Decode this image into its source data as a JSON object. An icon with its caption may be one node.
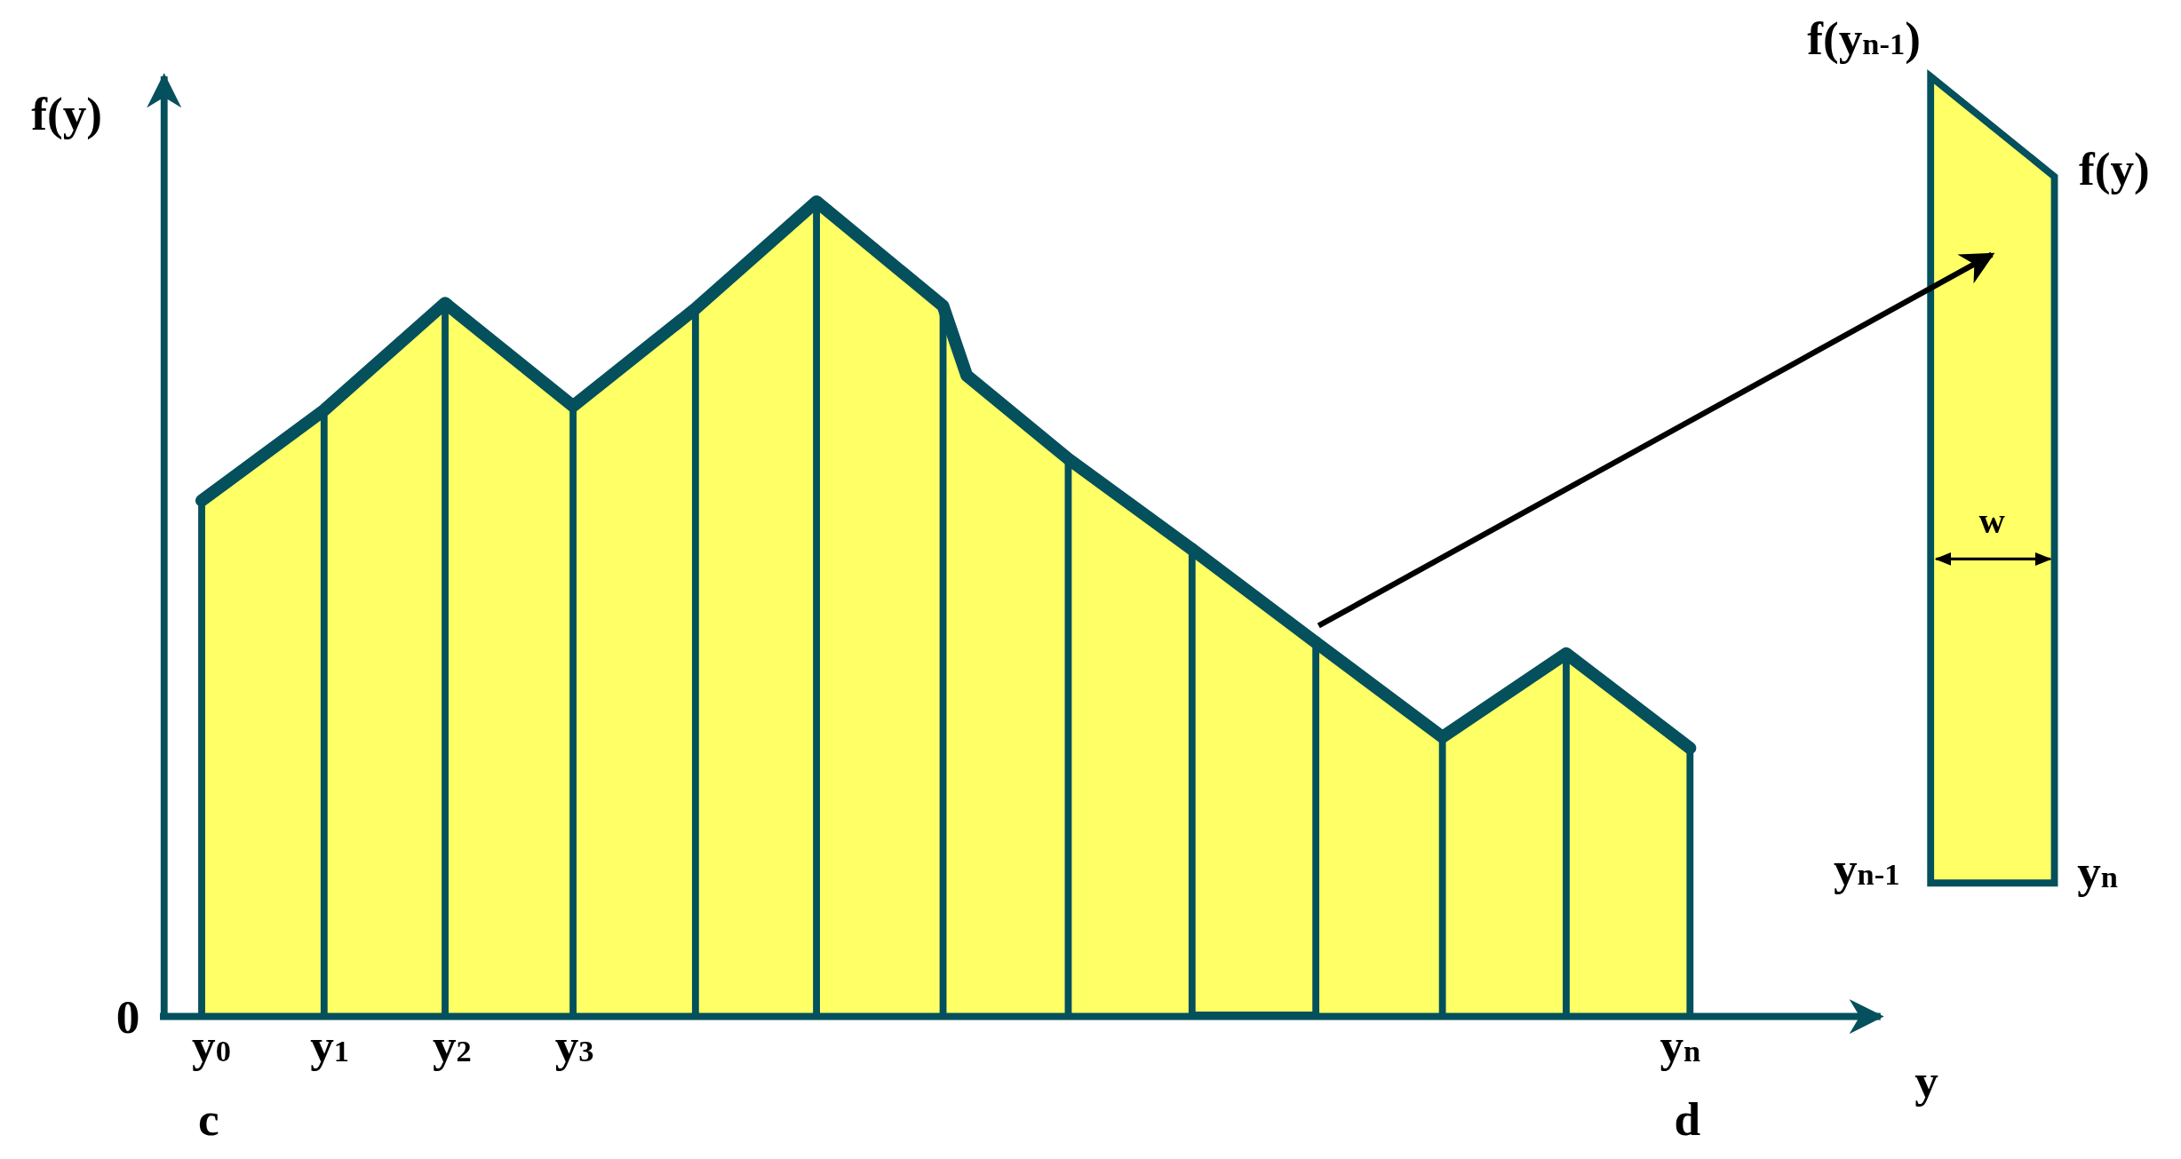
{
  "diagram": {
    "nodes": [
      {
        "text": [],
        "shape": "trapezoid"
      },
      {
        "text": [],
        "shape": "trapezoid"
      }
    ],
    "edges": [
      {
        "from": 0,
        "to": 1,
        "arrow": "to"
      }
    ],
    "labels": [
      "f(y$_{n-1}$)",
      "f(y)",
      "f(y)",
      "w",
      "y$_{n-1}$",
      "y$_{n}$",
      "0",
      "y$_{0}$",
      "y$_{1}$",
      "y$_{2}$",
      "y$_{3}$",
      "y$_{n}$",
      "y",
      "c",
      "d"
    ]
  }
}
